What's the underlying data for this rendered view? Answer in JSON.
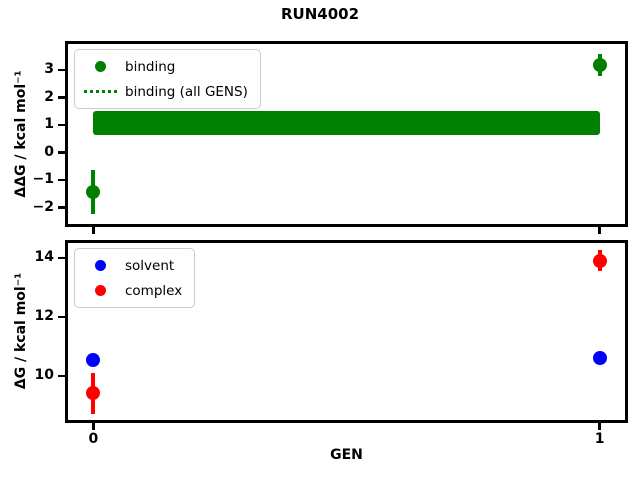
{
  "title": "RUN4002",
  "colors": {
    "background": "#ffffff",
    "spine": "#000000",
    "binding_green": "#008000",
    "solvent_blue": "#0000ff",
    "complex_red": "#ff0000",
    "legend_border": "#cccccc"
  },
  "chart_data": {
    "type": "scatter",
    "title": "RUN4002",
    "xlabel": "GEN",
    "xlim": [
      -0.05,
      1.05
    ],
    "xticks": [
      0,
      1
    ],
    "xtick_labels": [
      "0",
      "1"
    ],
    "grid": false,
    "subplots": [
      {
        "name": "binding-free-energy",
        "ylabel": "ΔΔG / kcal mol⁻¹",
        "ylim": [
          -2.6,
          3.95
        ],
        "yticks": [
          3,
          2,
          1,
          0,
          -1,
          -2
        ],
        "ytick_labels": [
          "3",
          "2",
          "1",
          "0",
          "−1",
          "−2"
        ],
        "show_xtick_labels": false,
        "band": {
          "label": "binding (all GENS)",
          "color": "#008000",
          "linestyle": "dotted",
          "x_range": [
            0,
            1
          ],
          "y_low": 0.65,
          "y_high": 1.5,
          "center": 1.07
        },
        "series": [
          {
            "name": "binding",
            "color": "#008000",
            "marker": "circle",
            "points": [
              {
                "x": 0,
                "y": -1.45,
                "yerr": 0.8
              },
              {
                "x": 1,
                "y": 3.2,
                "yerr": 0.4
              }
            ]
          }
        ],
        "legend": {
          "position": "upper-left",
          "entries": [
            {
              "label": "binding",
              "handle": "dot",
              "color": "#008000"
            },
            {
              "label": "binding (all GENS)",
              "handle": "dotted-line",
              "color": "#008000"
            }
          ]
        }
      },
      {
        "name": "absolute-free-energy",
        "ylabel": "ΔG / kcal mol⁻¹",
        "ylim": [
          8.5,
          14.5
        ],
        "yticks": [
          14,
          12,
          10
        ],
        "ytick_labels": [
          "14",
          "12",
          "10"
        ],
        "show_xtick_labels": true,
        "band": null,
        "series": [
          {
            "name": "solvent",
            "color": "#0000ff",
            "marker": "circle",
            "points": [
              {
                "x": 0,
                "y": 10.55,
                "yerr": 0
              },
              {
                "x": 1,
                "y": 10.6,
                "yerr": 0
              }
            ]
          },
          {
            "name": "complex",
            "color": "#ff0000",
            "marker": "circle",
            "points": [
              {
                "x": 0,
                "y": 9.4,
                "yerr": 0.7
              },
              {
                "x": 1,
                "y": 13.9,
                "yerr": 0.35
              }
            ]
          }
        ],
        "legend": {
          "position": "upper-left",
          "entries": [
            {
              "label": "solvent",
              "handle": "dot",
              "color": "#0000ff"
            },
            {
              "label": "complex",
              "handle": "dot",
              "color": "#ff0000"
            }
          ]
        }
      }
    ]
  }
}
